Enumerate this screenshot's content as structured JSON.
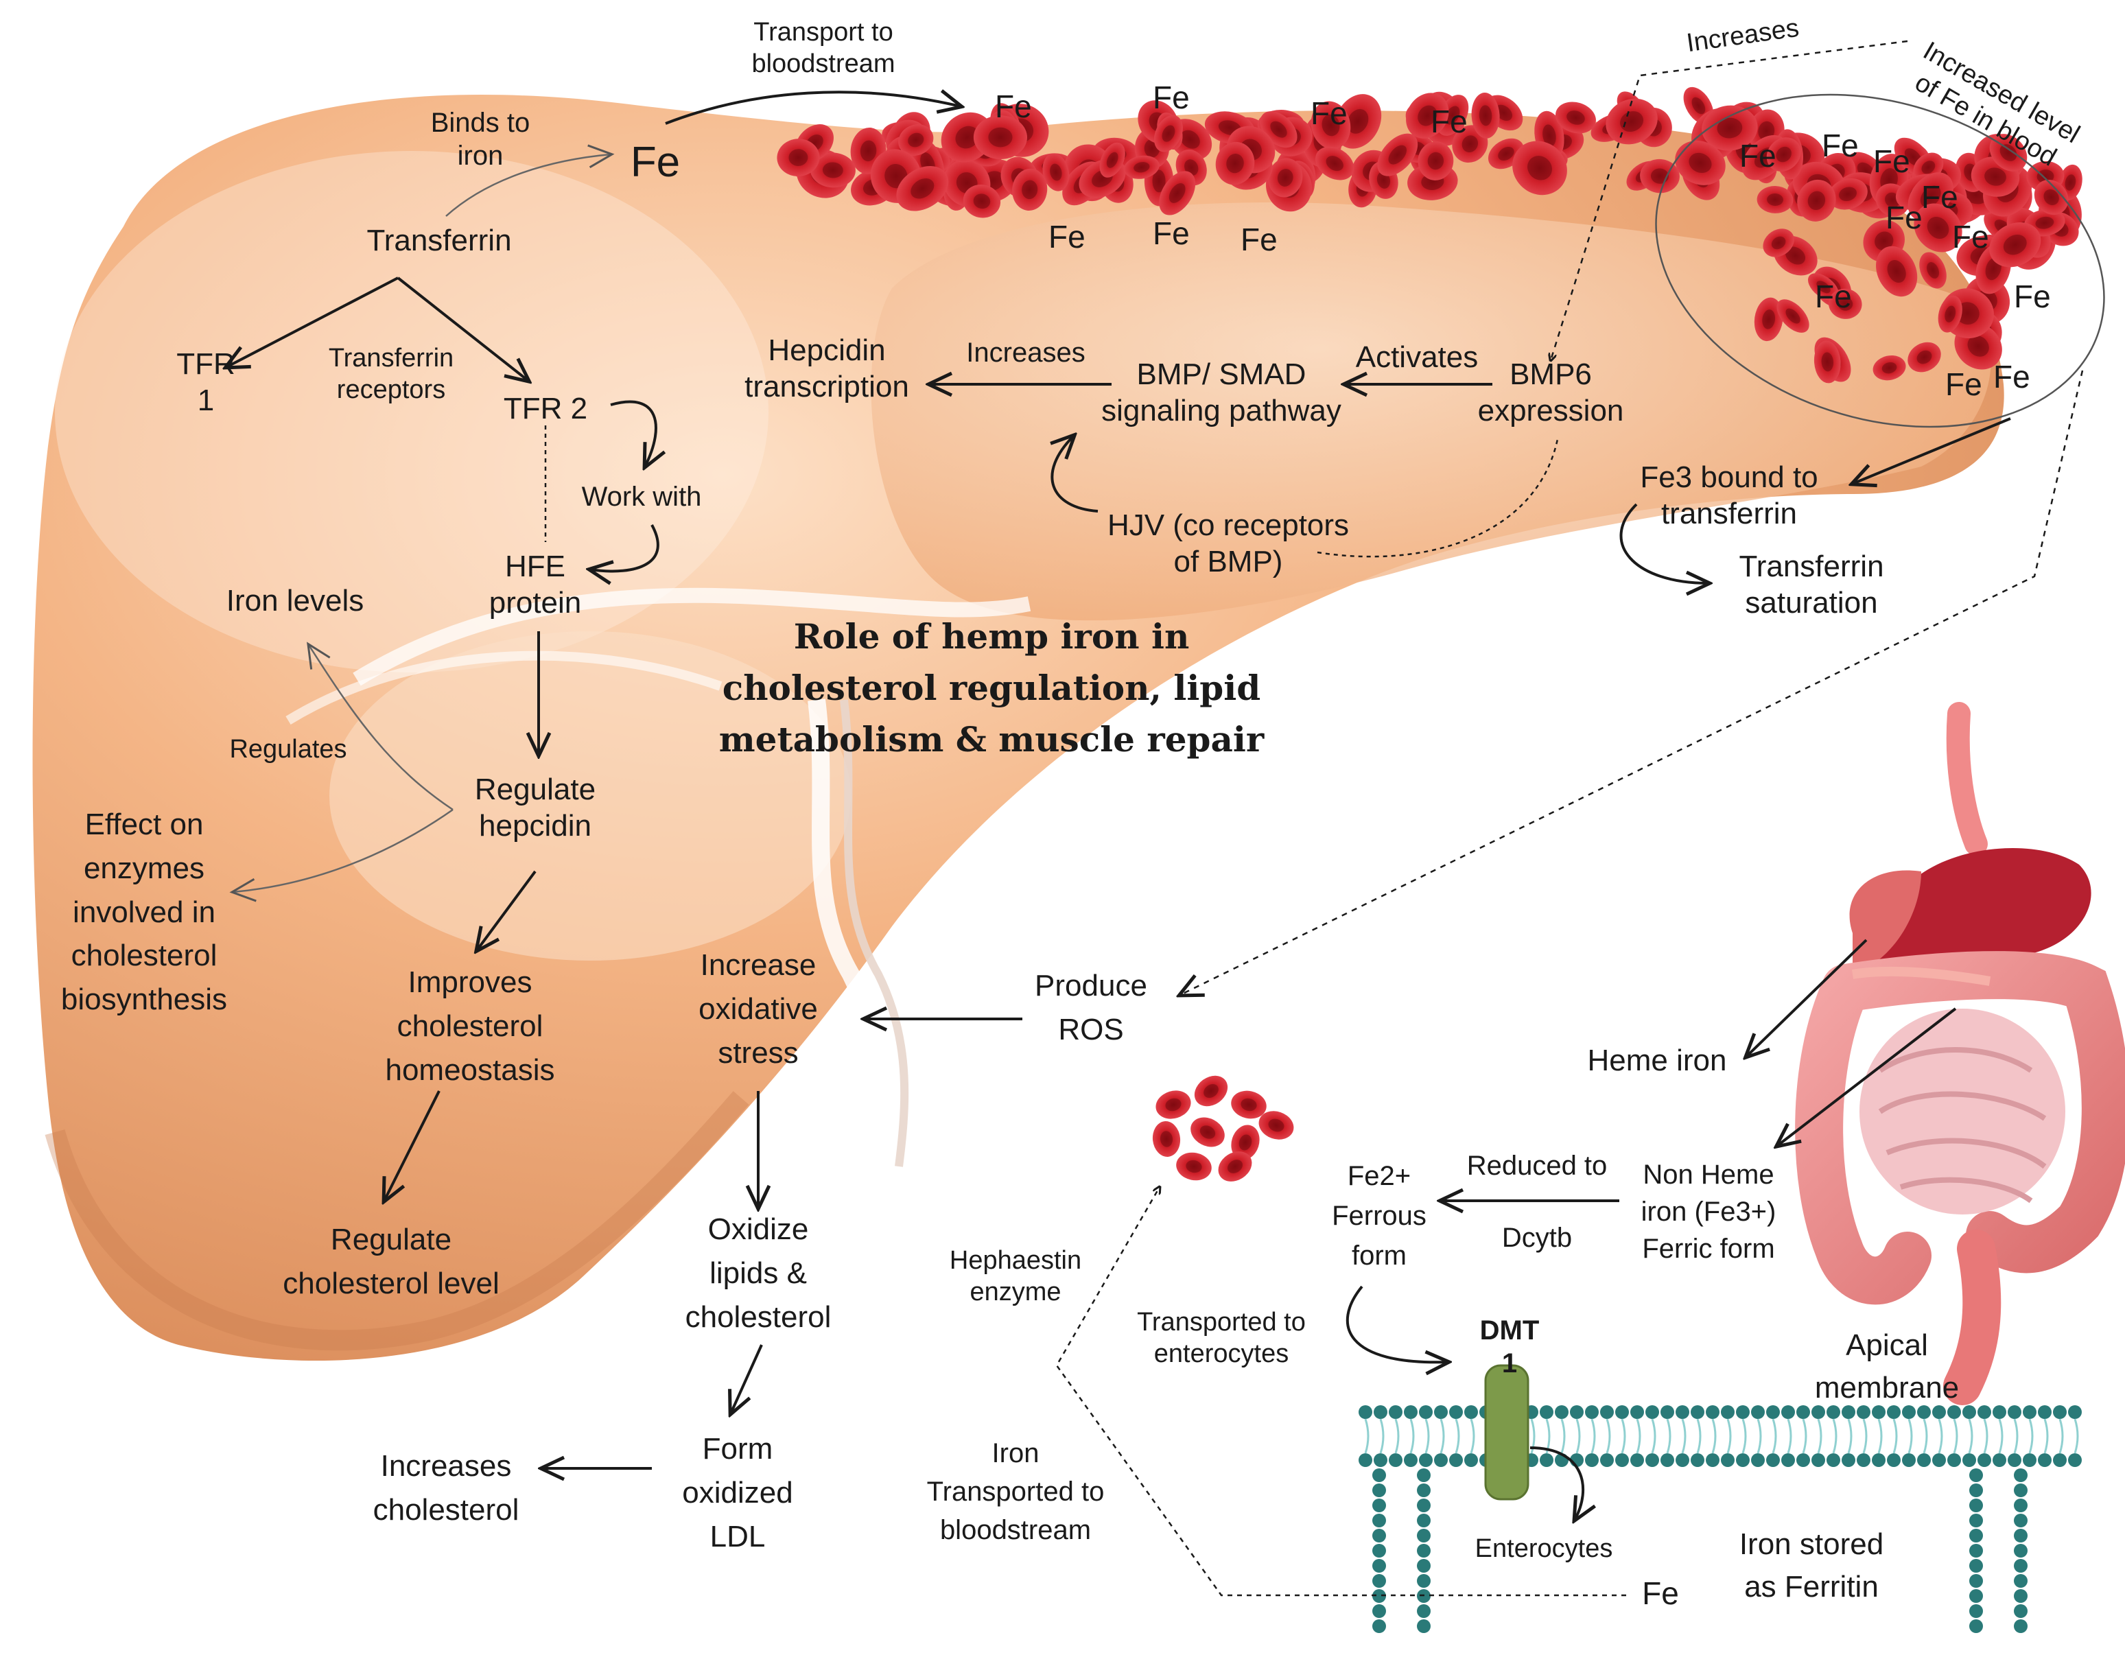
{
  "title": [
    "Role of hemp iron in",
    "cholesterol regulation, lipid",
    "metabolism & muscle repair"
  ],
  "transport_to_bloodstream": [
    "Transport to",
    "bloodstream"
  ],
  "binds_to_iron": [
    "Binds to",
    "iron"
  ],
  "fe_big": "Fe",
  "transferrin": "Transferrin",
  "tfr1": [
    "TFR",
    "1"
  ],
  "transferrin_receptors": [
    "Transferrin",
    "receptors"
  ],
  "tfr2": "TFR 2",
  "work_with": "Work with",
  "hfe_protein": [
    "HFE",
    "protein"
  ],
  "iron_levels": "Iron levels",
  "regulates": "Regulates",
  "regulate_hepcidin": [
    "Regulate",
    "hepcidin"
  ],
  "effect_on_enzymes": [
    "Effect on",
    "enzymes",
    "involved in",
    "cholesterol",
    "biosynthesis"
  ],
  "improves_cholesterol": [
    "Improves",
    "cholesterol",
    "homeostasis"
  ],
  "regulate_cholesterol_level": [
    "Regulate",
    "cholesterol level"
  ],
  "hepcidin_transcription": [
    "Hepcidin",
    "transcription"
  ],
  "increases_small": "Increases",
  "bmp_smad": [
    "BMP/ SMAD",
    "signaling pathway"
  ],
  "activates": "Activates",
  "bmp6": [
    "BMP6",
    "expression"
  ],
  "hjv": [
    "HJV (co receptors",
    "of BMP)"
  ],
  "increases_top": "Increases",
  "increased_level": [
    "Increased level",
    "of Fe in blood"
  ],
  "fe3_bound": [
    "Fe3 bound to",
    "transferrin"
  ],
  "transferrin_saturation": [
    "Transferrin",
    "saturation"
  ],
  "increase_oxidative": [
    "Increase",
    "oxidative",
    "stress"
  ],
  "produce_ros": [
    "Produce",
    "ROS"
  ],
  "oxidize_lipids": [
    "Oxidize",
    "lipids &",
    "cholesterol"
  ],
  "form_oxidized_ldl": [
    "Form",
    "oxidized",
    "LDL"
  ],
  "increases_cholesterol": [
    "Increases",
    "cholesterol"
  ],
  "hephaestin": [
    "Hephaestin",
    "enzyme"
  ],
  "iron_transported": [
    "Iron",
    "Transported to",
    "bloodstream"
  ],
  "heme_iron": "Heme iron",
  "fe2_ferrous": [
    "Fe2+",
    "Ferrous",
    "form"
  ],
  "reduced_to": "Reduced to",
  "dcytb": "Dcytb",
  "non_heme_iron": [
    "Non Heme",
    "iron (Fe3+)",
    "Ferric form"
  ],
  "transported_to_enterocytes": [
    "Transported to",
    "enterocytes"
  ],
  "dmt1": [
    "DMT",
    "1"
  ],
  "apical_membrane": [
    "Apical",
    "membrane"
  ],
  "enterocytes": "Enterocytes",
  "iron_stored": [
    "Iron stored",
    "as Ferritin"
  ],
  "fe_bottom": "Fe",
  "fe_cells": [
    "Fe",
    "Fe",
    "Fe",
    "Fe",
    "Fe",
    "Fe",
    "Fe"
  ],
  "fe_cluster": [
    "Fe",
    "Fe",
    "Fe",
    "Fe",
    "Fe",
    "Fe",
    "Fe",
    "Fe",
    "Fe",
    "Fe"
  ],
  "colors": {
    "liver": "#f0b080",
    "liver_shadow": "#d98a58",
    "rbc": "#c8161e",
    "intestine": "#e88080",
    "stomach": "#b52030",
    "membrane": "#2a8a8a",
    "dmt_channel": "#7d9a4a"
  }
}
